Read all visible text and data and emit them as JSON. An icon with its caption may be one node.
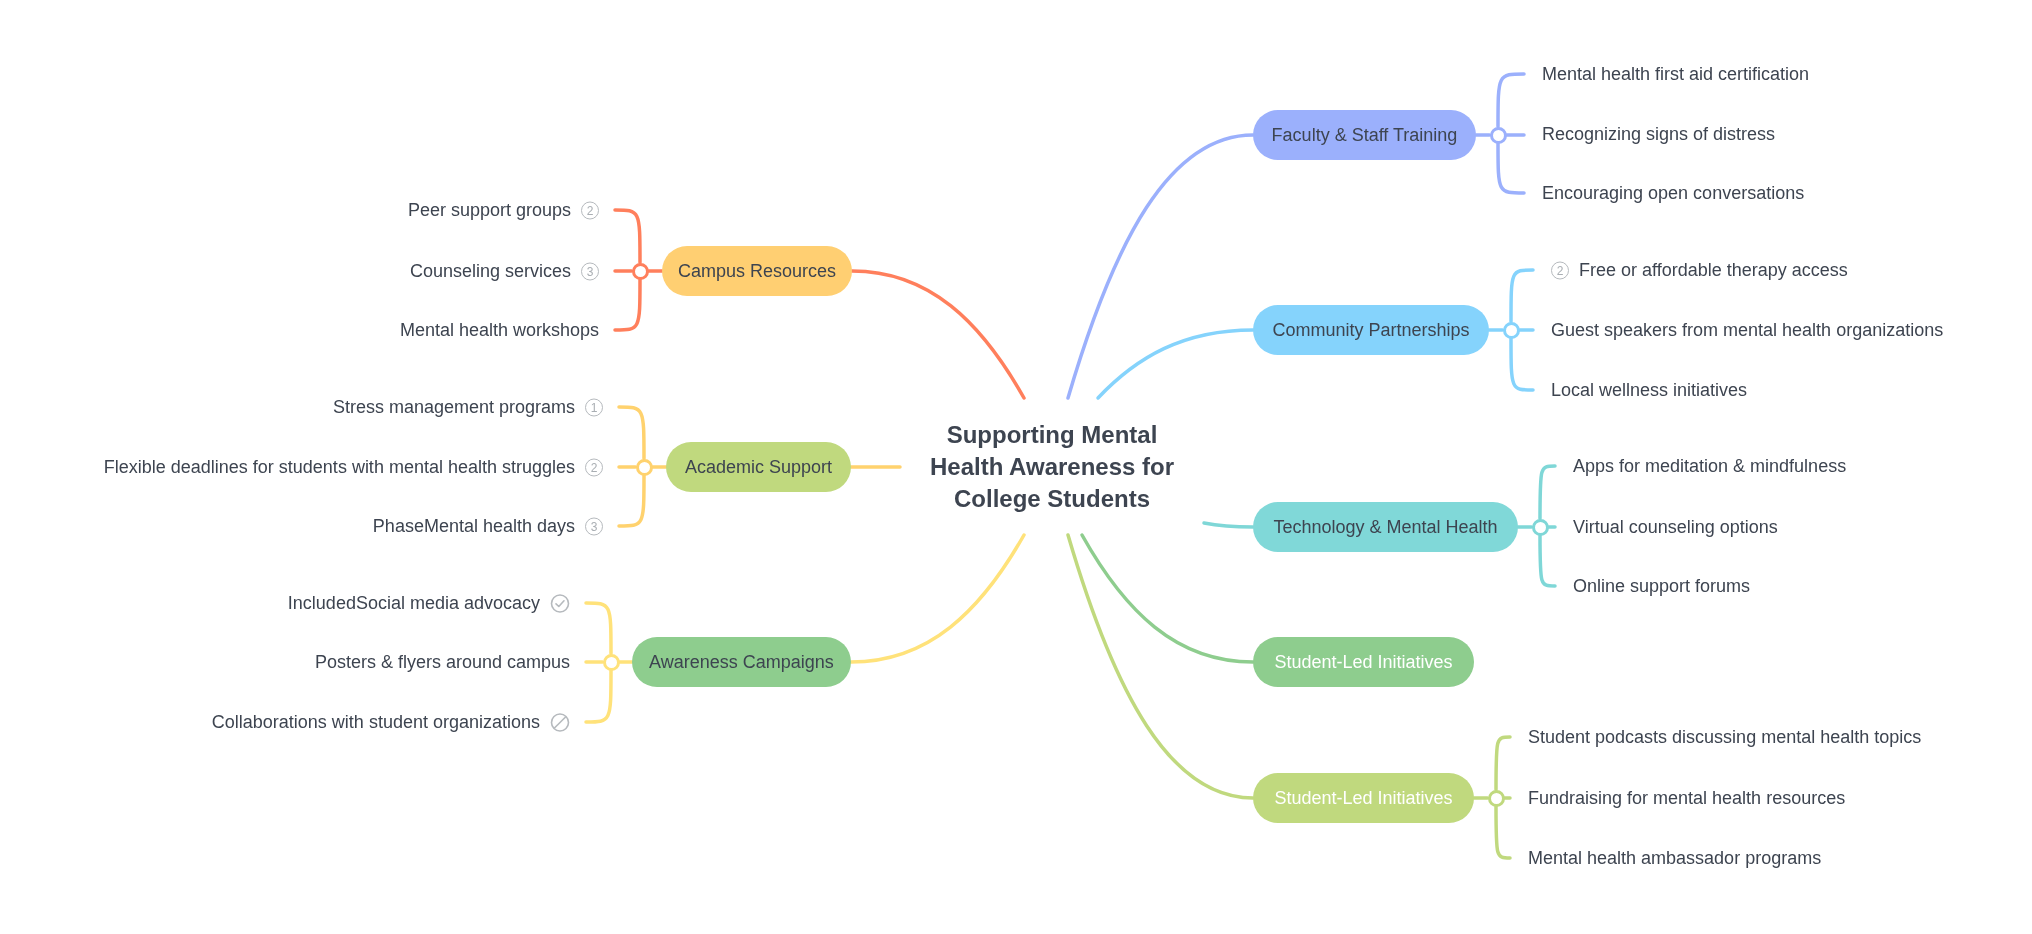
{
  "diagram": {
    "nodes": [
      {
        "text": [
          "Supporting Mental Health Awareness for College Students"
        ]
      },
      {
        "text": [
          "Campus Resources"
        ]
      },
      {
        "text": [
          "Peer support groups",
          "2"
        ]
      },
      {
        "text": [
          "Counseling services",
          "3"
        ]
      },
      {
        "text": [
          "Mental health workshops"
        ]
      },
      {
        "text": [
          "Academic Support"
        ]
      },
      {
        "text": [
          "Stress management programs",
          "1"
        ]
      },
      {
        "text": [
          "Flexible deadlines for students with mental health struggles",
          "2"
        ]
      },
      {
        "text": [
          "PhaseMental health days",
          "3"
        ]
      },
      {
        "text": [
          "Awareness Campaigns"
        ]
      },
      {
        "text": [
          "IncludedSocial media advocacy"
        ]
      },
      {
        "text": [
          "Posters & flyers around campus"
        ]
      },
      {
        "text": [
          "Collaborations with student organizations"
        ]
      },
      {
        "text": [
          "Faculty & Staff Training"
        ]
      },
      {
        "text": [
          "Mental health first aid certification"
        ]
      },
      {
        "text": [
          "Recognizing signs of distress"
        ]
      },
      {
        "text": [
          "Encouraging open conversations"
        ]
      },
      {
        "text": [
          "Community Partnerships"
        ]
      },
      {
        "text": [
          "2",
          "Free or affordable therapy access"
        ]
      },
      {
        "text": [
          "Guest speakers from mental health organizations"
        ]
      },
      {
        "text": [
          "Local wellness initiatives"
        ]
      },
      {
        "text": [
          "Technology & Mental Health"
        ]
      },
      {
        "text": [
          "Apps for meditation & mindfulness"
        ]
      },
      {
        "text": [
          "Virtual counseling options"
        ]
      },
      {
        "text": [
          "Online support forums"
        ]
      },
      {
        "text": [
          "Student-Led Initiatives"
        ]
      },
      {
        "text": [
          "Student-Led Initiatives"
        ]
      },
      {
        "text": [
          "Student podcasts discussing mental health topics"
        ]
      },
      {
        "text": [
          "Fundraising for mental health resources"
        ]
      },
      {
        "text": [
          "Mental health ambassador programs"
        ]
      },
      {
        "text": [],
        "shape": "circle"
      },
      {
        "text": [],
        "shape": "circle"
      },
      {
        "text": [],
        "shape": "circle"
      },
      {
        "text": [],
        "shape": "circle"
      },
      {
        "text": [],
        "shape": "circle"
      },
      {
        "text": [],
        "shape": "circle"
      },
      {
        "text": [],
        "shape": "circle"
      }
    ],
    "edges": [
      {
        "from": 0,
        "to": 1,
        "arrow": "none",
        "color": "#ff7f5c"
      },
      {
        "from": 0,
        "to": 5,
        "arrow": "none",
        "color": "#ffd26e"
      },
      {
        "from": 0,
        "to": 9,
        "arrow": "none",
        "color": "#ffe27a"
      },
      {
        "from": 0,
        "to": 13,
        "arrow": "none",
        "color": "#9bb0fc"
      },
      {
        "from": 0,
        "to": 17,
        "arrow": "none",
        "color": "#85d3fc"
      },
      {
        "from": 0,
        "to": 21,
        "arrow": "none",
        "color": "#7fd7d7"
      },
      {
        "from": 0,
        "to": 25,
        "arrow": "none",
        "color": "#8ecd8e"
      },
      {
        "from": 0,
        "to": 26,
        "arrow": "none",
        "color": "#c0d97e"
      },
      {
        "from": 1,
        "to": 30,
        "arrow": "none",
        "color": "#ff7f5c"
      },
      {
        "from": 30,
        "to": 2,
        "arrow": "none",
        "color": "#ff7f5c"
      },
      {
        "from": 30,
        "to": 3,
        "arrow": "none",
        "color": "#ff7f5c"
      },
      {
        "from": 30,
        "to": 4,
        "arrow": "none",
        "color": "#ff7f5c"
      },
      {
        "from": 5,
        "to": 31,
        "arrow": "none",
        "color": "#ffd26e"
      },
      {
        "from": 31,
        "to": 6,
        "arrow": "none",
        "color": "#ffd26e"
      },
      {
        "from": 31,
        "to": 7,
        "arrow": "none",
        "color": "#ffd26e"
      },
      {
        "from": 31,
        "to": 8,
        "arrow": "none",
        "color": "#ffd26e"
      },
      {
        "from": 9,
        "to": 32,
        "arrow": "none",
        "color": "#ffe27a"
      },
      {
        "from": 32,
        "to": 10,
        "arrow": "none",
        "color": "#ffe27a"
      },
      {
        "from": 32,
        "to": 11,
        "arrow": "none",
        "color": "#ffe27a"
      },
      {
        "from": 32,
        "to": 12,
        "arrow": "none",
        "color": "#ffe27a"
      },
      {
        "from": 13,
        "to": 33,
        "arrow": "none",
        "color": "#9bb0fc"
      },
      {
        "from": 33,
        "to": 14,
        "arrow": "none",
        "color": "#9bb0fc"
      },
      {
        "from": 33,
        "to": 15,
        "arrow": "none",
        "color": "#9bb0fc"
      },
      {
        "from": 33,
        "to": 16,
        "arrow": "none",
        "color": "#9bb0fc"
      },
      {
        "from": 17,
        "to": 34,
        "arrow": "none",
        "color": "#85d3fc"
      },
      {
        "from": 34,
        "to": 18,
        "arrow": "none",
        "color": "#85d3fc"
      },
      {
        "from": 34,
        "to": 19,
        "arrow": "none",
        "color": "#85d3fc"
      },
      {
        "from": 34,
        "to": 20,
        "arrow": "none",
        "color": "#85d3fc"
      },
      {
        "from": 21,
        "to": 35,
        "arrow": "none",
        "color": "#7fd7d7"
      },
      {
        "from": 35,
        "to": 22,
        "arrow": "none",
        "color": "#7fd7d7"
      },
      {
        "from": 35,
        "to": 23,
        "arrow": "none",
        "color": "#7fd7d7"
      },
      {
        "from": 35,
        "to": 24,
        "arrow": "none",
        "color": "#7fd7d7"
      },
      {
        "from": 26,
        "to": 36,
        "arrow": "none",
        "color": "#c0d97e"
      },
      {
        "from": 36,
        "to": 27,
        "arrow": "none",
        "color": "#c0d97e"
      },
      {
        "from": 36,
        "to": 28,
        "arrow": "none",
        "color": "#c0d97e"
      },
      {
        "from": 36,
        "to": 29,
        "arrow": "none",
        "color": "#c0d97e"
      }
    ]
  }
}
